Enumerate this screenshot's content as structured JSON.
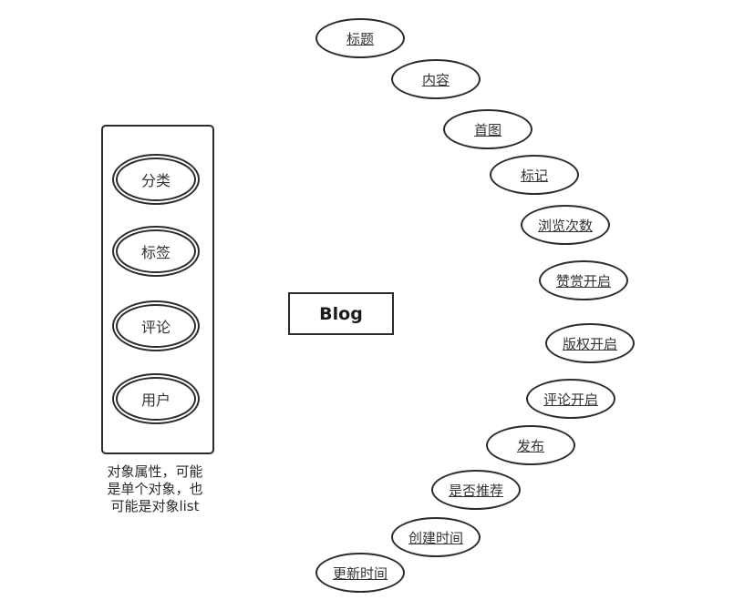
{
  "entity": {
    "name": "Blog"
  },
  "attributes": [
    "标题",
    "内容",
    "首图",
    "标记",
    "浏览次数",
    "赞赏开启",
    "版权开启",
    "评论开启",
    "发布",
    "是否推荐",
    "创建时间",
    "更新时间"
  ],
  "object_attributes": [
    "分类",
    "标签",
    "评论",
    "用户"
  ],
  "note": {
    "line1": "对象属性，可能",
    "line2": "是单个对象，也",
    "line3": "可能是对象list"
  }
}
